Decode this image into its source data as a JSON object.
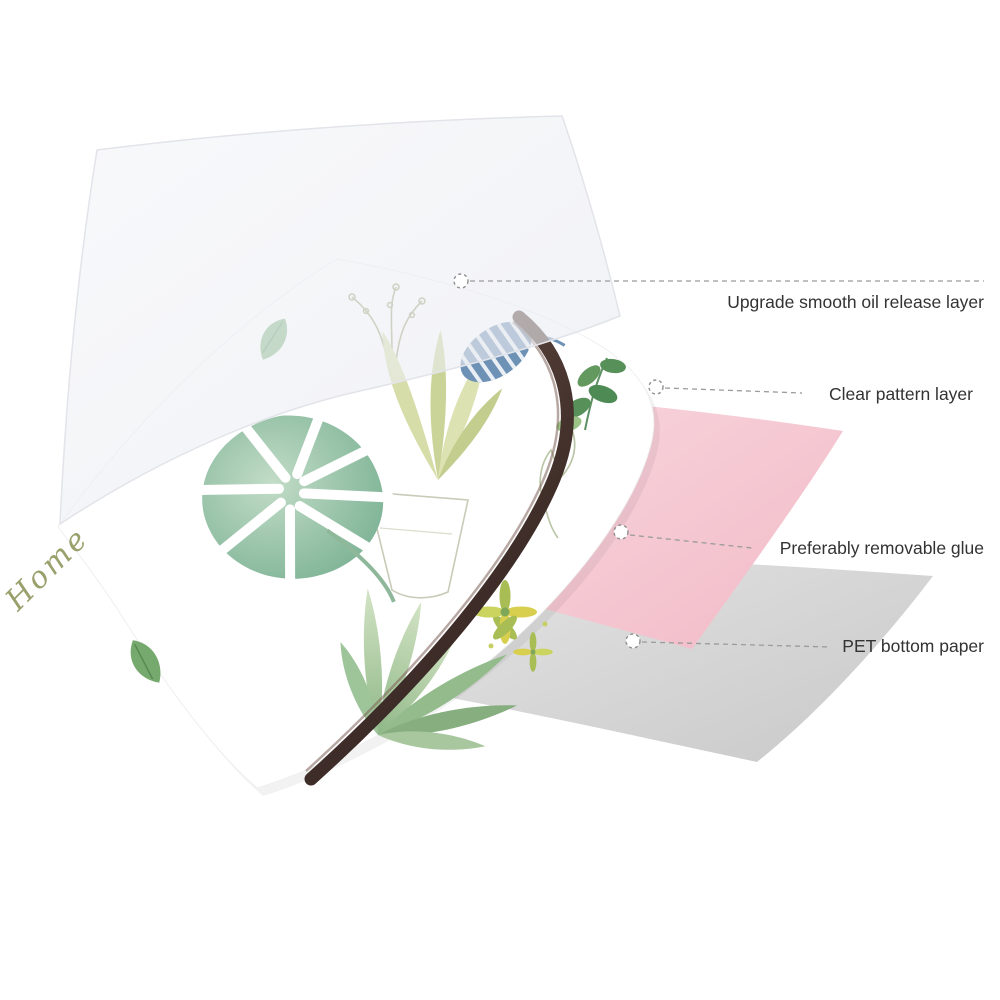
{
  "callouts": [
    {
      "label": "Upgrade smooth oil release layer"
    },
    {
      "label": "Clear pattern layer"
    },
    {
      "label": "Preferably removable glue"
    },
    {
      "label": "PET bottom paper"
    }
  ],
  "layers": [
    {
      "name": "oil release layer",
      "color": "#eef0f4"
    },
    {
      "name": "pattern layer",
      "color": "#ffffff"
    },
    {
      "name": "removable glue layer",
      "color": "#f6ccd5"
    },
    {
      "name": "PET bottom paper",
      "color": "#d7d7d7"
    }
  ],
  "pattern_text": "Home",
  "colors": {
    "curl_brown": "#4a3531",
    "leaf_green": "#7bb397",
    "callout_line": "#9b9b9b",
    "label_text": "#333333"
  }
}
